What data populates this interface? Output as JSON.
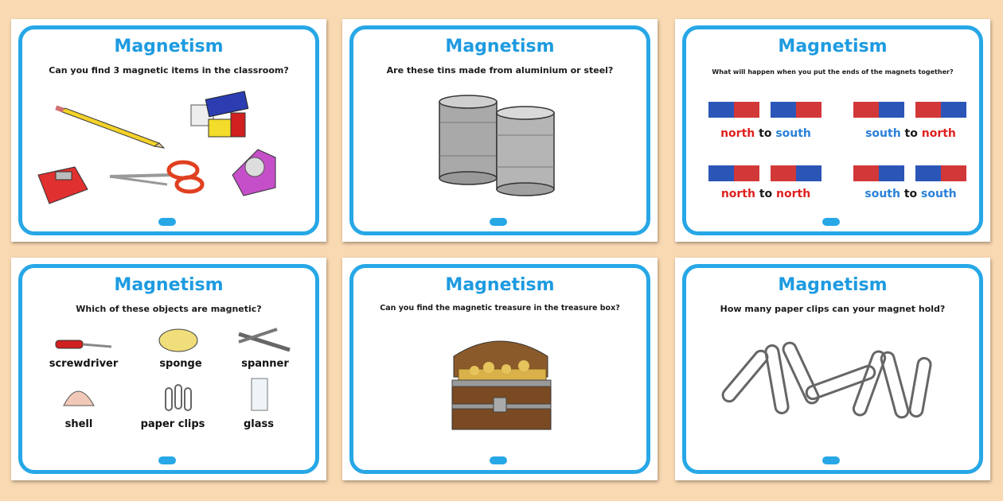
{
  "cards": [
    {
      "title": "Magnetism",
      "question": "Can you find 3 magnetic items in the classroom?"
    },
    {
      "title": "Magnetism",
      "question": "Are these tins made from aluminium or steel?"
    },
    {
      "title": "Magnetism",
      "question": "What will happen when you put the ends of the magnets together?",
      "pairs": [
        {
          "first": "north",
          "to": "to",
          "second": "south"
        },
        {
          "first": "south",
          "to": "to",
          "second": "north"
        },
        {
          "first": "north",
          "to": "to",
          "second": "north"
        },
        {
          "first": "south",
          "to": "to",
          "second": "south"
        }
      ]
    },
    {
      "title": "Magnetism",
      "question": "Which of these objects are magnetic?",
      "objects": [
        "screwdriver",
        "sponge",
        "spanner",
        "shell",
        "paper clips",
        "glass"
      ]
    },
    {
      "title": "Magnetism",
      "question": "Can you find the magnetic treasure in the treasure box?"
    },
    {
      "title": "Magnetism",
      "question": "How many paper clips can your magnet hold?"
    }
  ],
  "colors": {
    "accent": "#27a7e6",
    "north": "#e02020",
    "south": "#2a80d8",
    "background": "#f9d9b2"
  }
}
